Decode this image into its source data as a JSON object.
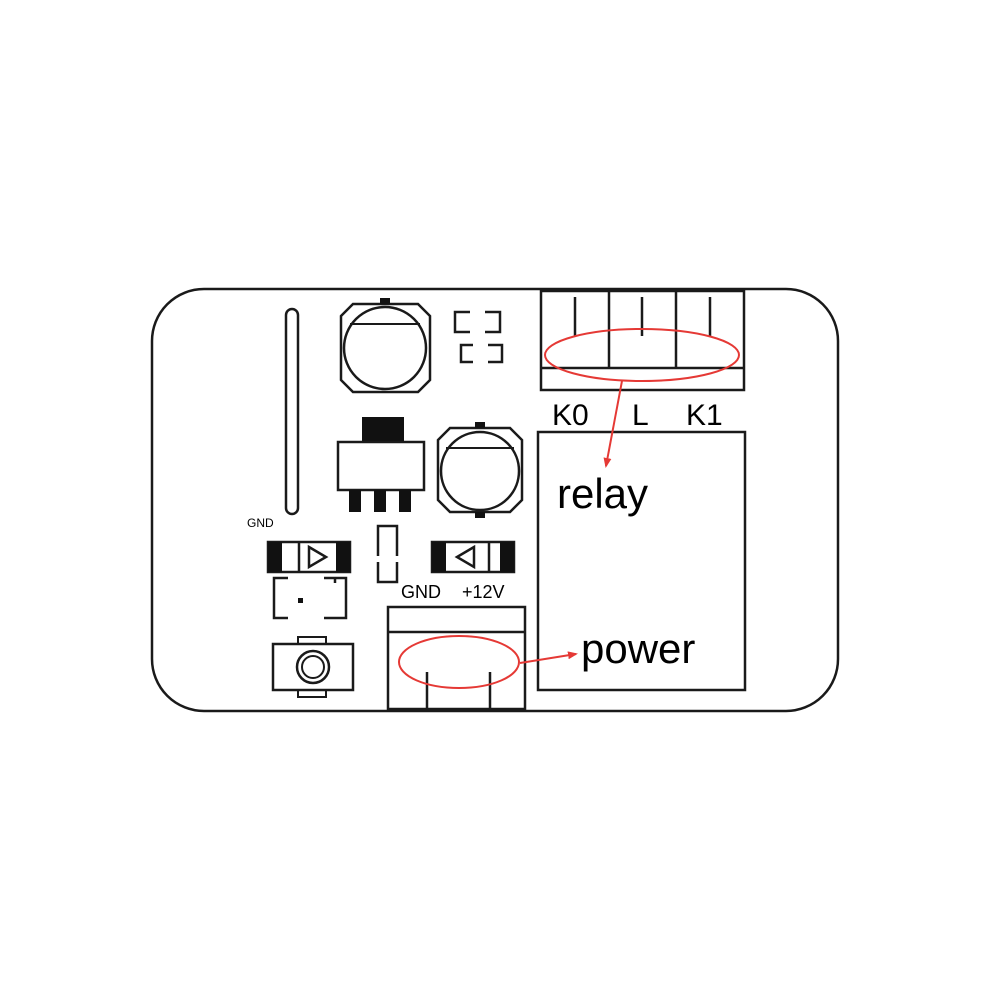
{
  "labels": {
    "gnd_small": "GND",
    "gnd": "GND",
    "plus12v": "+12V",
    "k0": "K0",
    "l": "L",
    "k1": "K1",
    "relay": "relay",
    "power": "power"
  },
  "colors": {
    "outline": "#1a1a1a",
    "annotation": "#e53935",
    "fill_dark": "#111111",
    "background": "#ffffff"
  }
}
